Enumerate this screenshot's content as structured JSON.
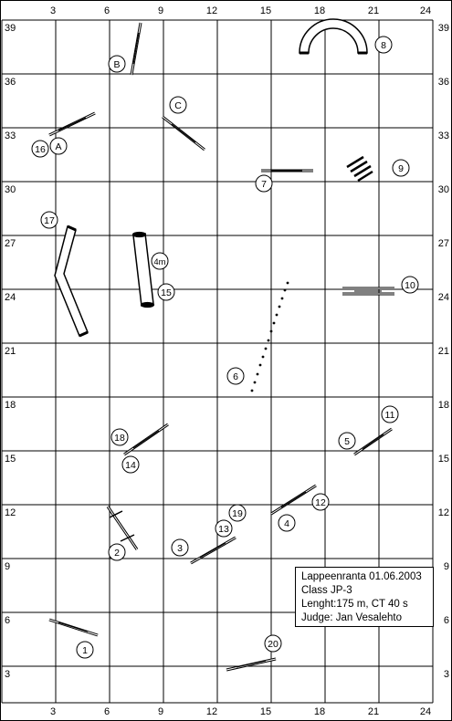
{
  "axis": {
    "x_labels": [
      "3",
      "6",
      "9",
      "12",
      "15",
      "18",
      "21",
      "24"
    ],
    "y_labels": [
      "39",
      "36",
      "33",
      "30",
      "27",
      "24",
      "21",
      "18",
      "15",
      "12",
      "9",
      "6",
      "3"
    ]
  },
  "obstacles": {
    "n1": "1",
    "n2": "2",
    "n3": "3",
    "n4": "4",
    "n5": "5",
    "n6": "6",
    "n7": "7",
    "n8": "8",
    "n9": "9",
    "n10": "10",
    "n11": "11",
    "n12": "12",
    "n13": "13",
    "n14": "14",
    "n15": "15",
    "n16": "16",
    "n17": "17",
    "n18": "18",
    "n19": "19",
    "n20": "20",
    "nA": "A",
    "nB": "B",
    "nC": "C",
    "n4m": "4m"
  },
  "info": {
    "line1": "Lappeenranta 01.06.2003",
    "line2": "Class JP-3",
    "line3": "Lenght:175 m, CT 40 s",
    "line4": "Judge: Jan Vesalehto"
  }
}
